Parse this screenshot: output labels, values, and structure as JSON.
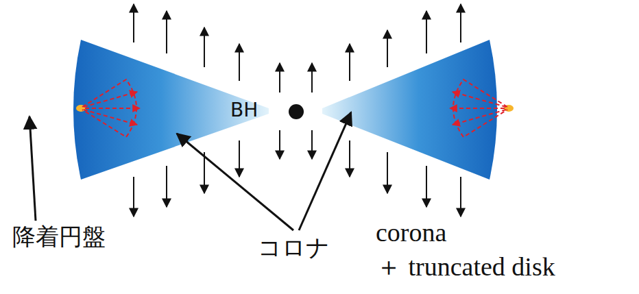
{
  "diagram": {
    "labels": [
      "BH",
      "降着円盤",
      "コロナ",
      "corona",
      "＋ truncated disk"
    ]
  }
}
